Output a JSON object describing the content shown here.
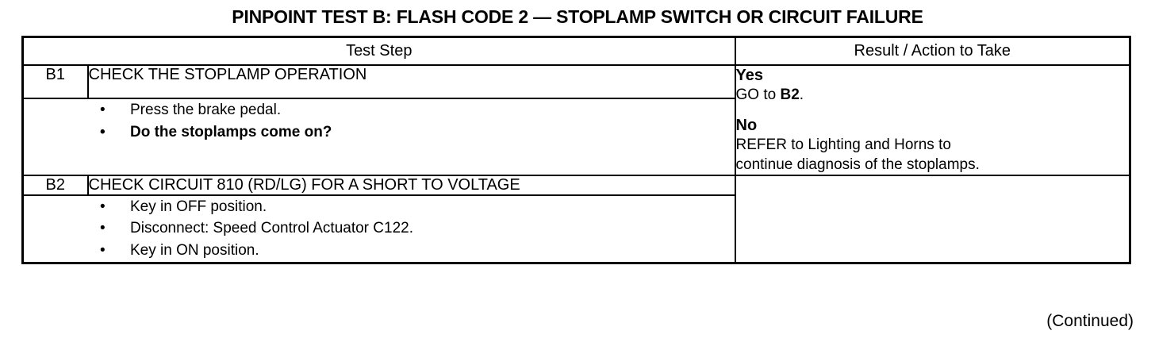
{
  "document": {
    "title": "PINPOINT TEST  B: FLASH CODE 2 — STOPLAMP SWITCH OR CIRCUIT FAILURE",
    "continued_note": "(Continued)",
    "bullet_glyph": "•"
  },
  "table": {
    "headers": {
      "test_step": "Test Step",
      "result_action": "Result / Action to Take"
    },
    "rows": [
      {
        "id": "B1",
        "number": "B1",
        "title": "CHECK THE STOPLAMP OPERATION",
        "bullets": [
          {
            "text": "Press the brake pedal.",
            "bold": false
          },
          {
            "text": "Do the stoplamps come on?",
            "bold": true
          }
        ],
        "result": {
          "blocks": [
            {
              "head": "Yes",
              "body_pre": "GO to ",
              "body_bold": "B2",
              "body_post": "."
            },
            {
              "head": "No",
              "body_line_1": "REFER to Lighting and Horns to",
              "body_line_2": "continue diagnosis of the stoplamps."
            }
          ]
        }
      },
      {
        "id": "B2",
        "number": "B2",
        "title": "CHECK CIRCUIT 810 (RD/LG) FOR A SHORT TO VOLTAGE",
        "bullets": [
          {
            "text": "Key in OFF position.",
            "bold": false
          },
          {
            "text": "Disconnect: Speed Control Actuator C122.",
            "bold": false
          },
          {
            "text": "Key in ON position.",
            "bold": false
          }
        ],
        "result": {
          "blocks": []
        }
      }
    ]
  },
  "colors": {
    "ink": "#000000",
    "paper": "#ffffff"
  }
}
